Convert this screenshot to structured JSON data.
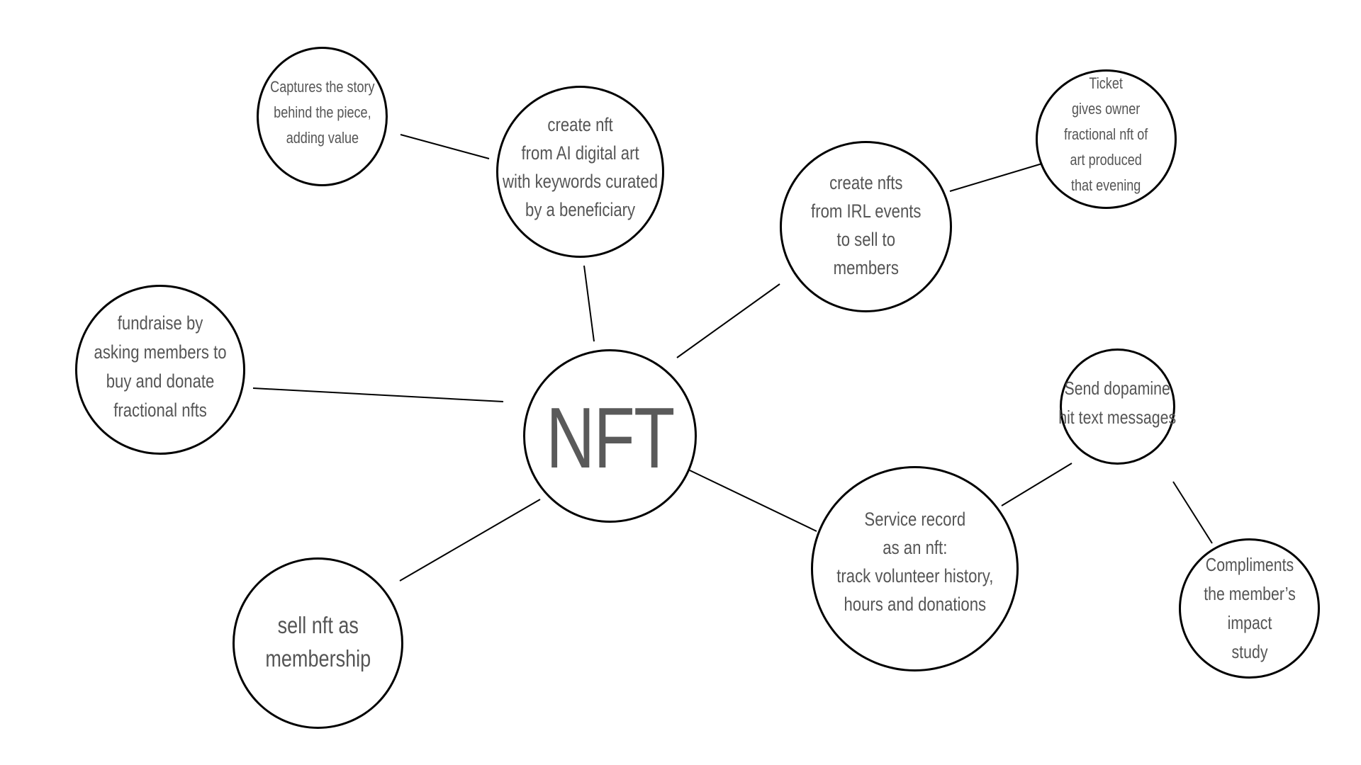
{
  "diagram": {
    "center": {
      "label": "NFT"
    },
    "nodes": {
      "captures_story": {
        "lines": [
          "Captures the story",
          "behind the piece,",
          "adding value"
        ]
      },
      "ai_art": {
        "lines": [
          "create nft",
          "from AI digital art",
          "with keywords curated",
          "by  a beneficiary"
        ]
      },
      "irl_events": {
        "lines": [
          "create nfts",
          "from IRL events",
          "to sell to",
          "members"
        ]
      },
      "ticket": {
        "lines": [
          "Ticket",
          "gives owner",
          "fractional nft of",
          "art produced",
          "that evening"
        ]
      },
      "fundraise": {
        "lines": [
          "fundraise by",
          "asking members to",
          "buy and donate",
          "fractional nfts"
        ]
      },
      "membership": {
        "lines": [
          "sell nft as",
          "membership"
        ]
      },
      "service_record": {
        "lines": [
          "Service record",
          "as an nft:",
          "track volunteer history,",
          "hours and donations"
        ]
      },
      "dopamine": {
        "lines": [
          "Send dopamine",
          "hit text messages"
        ]
      },
      "compliments": {
        "lines": [
          "Compliments",
          "the member’s",
          "impact",
          "study"
        ]
      }
    }
  }
}
